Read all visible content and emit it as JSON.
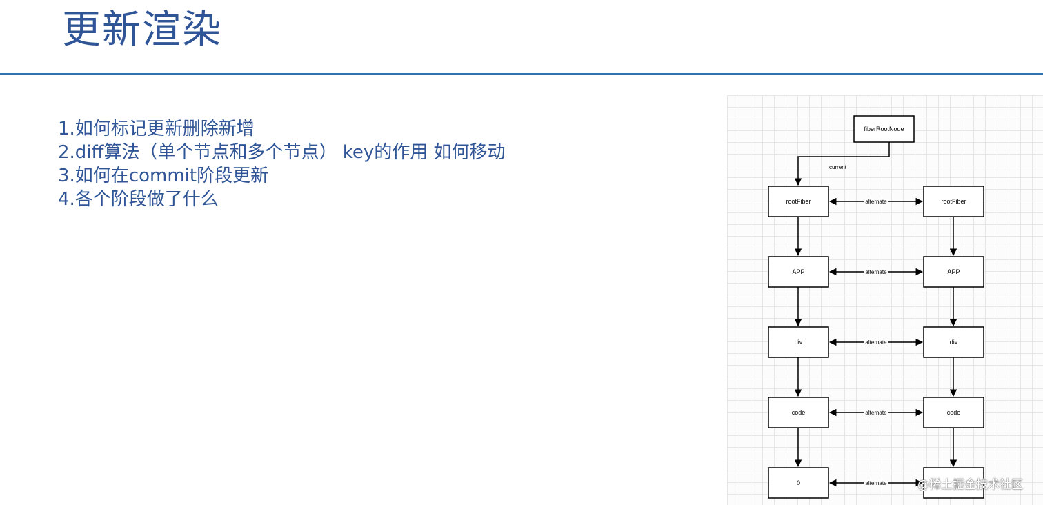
{
  "slide": {
    "title": "更新渲染",
    "points": [
      "1.如何标记更新删除新增",
      "2.diff算法（单个节点和多个节点） key的作用 如何移动",
      "3.如何在commit阶段更新",
      "4.各个阶段做了什么"
    ],
    "accent_color": "#2f5597",
    "rule_color": "#2e74b5"
  },
  "diagram": {
    "root": {
      "label": "fiberRootNode"
    },
    "current_label": "current",
    "left_column": [
      "rootFiber",
      "APP",
      "div",
      "code",
      "0"
    ],
    "right_column": [
      "rootFiber",
      "APP",
      "div",
      "code",
      ""
    ],
    "edge_labels": [
      "alternate",
      "alternate",
      "alternate",
      "alternate",
      "alternate"
    ]
  },
  "watermark": "@稀土掘金技术社区"
}
